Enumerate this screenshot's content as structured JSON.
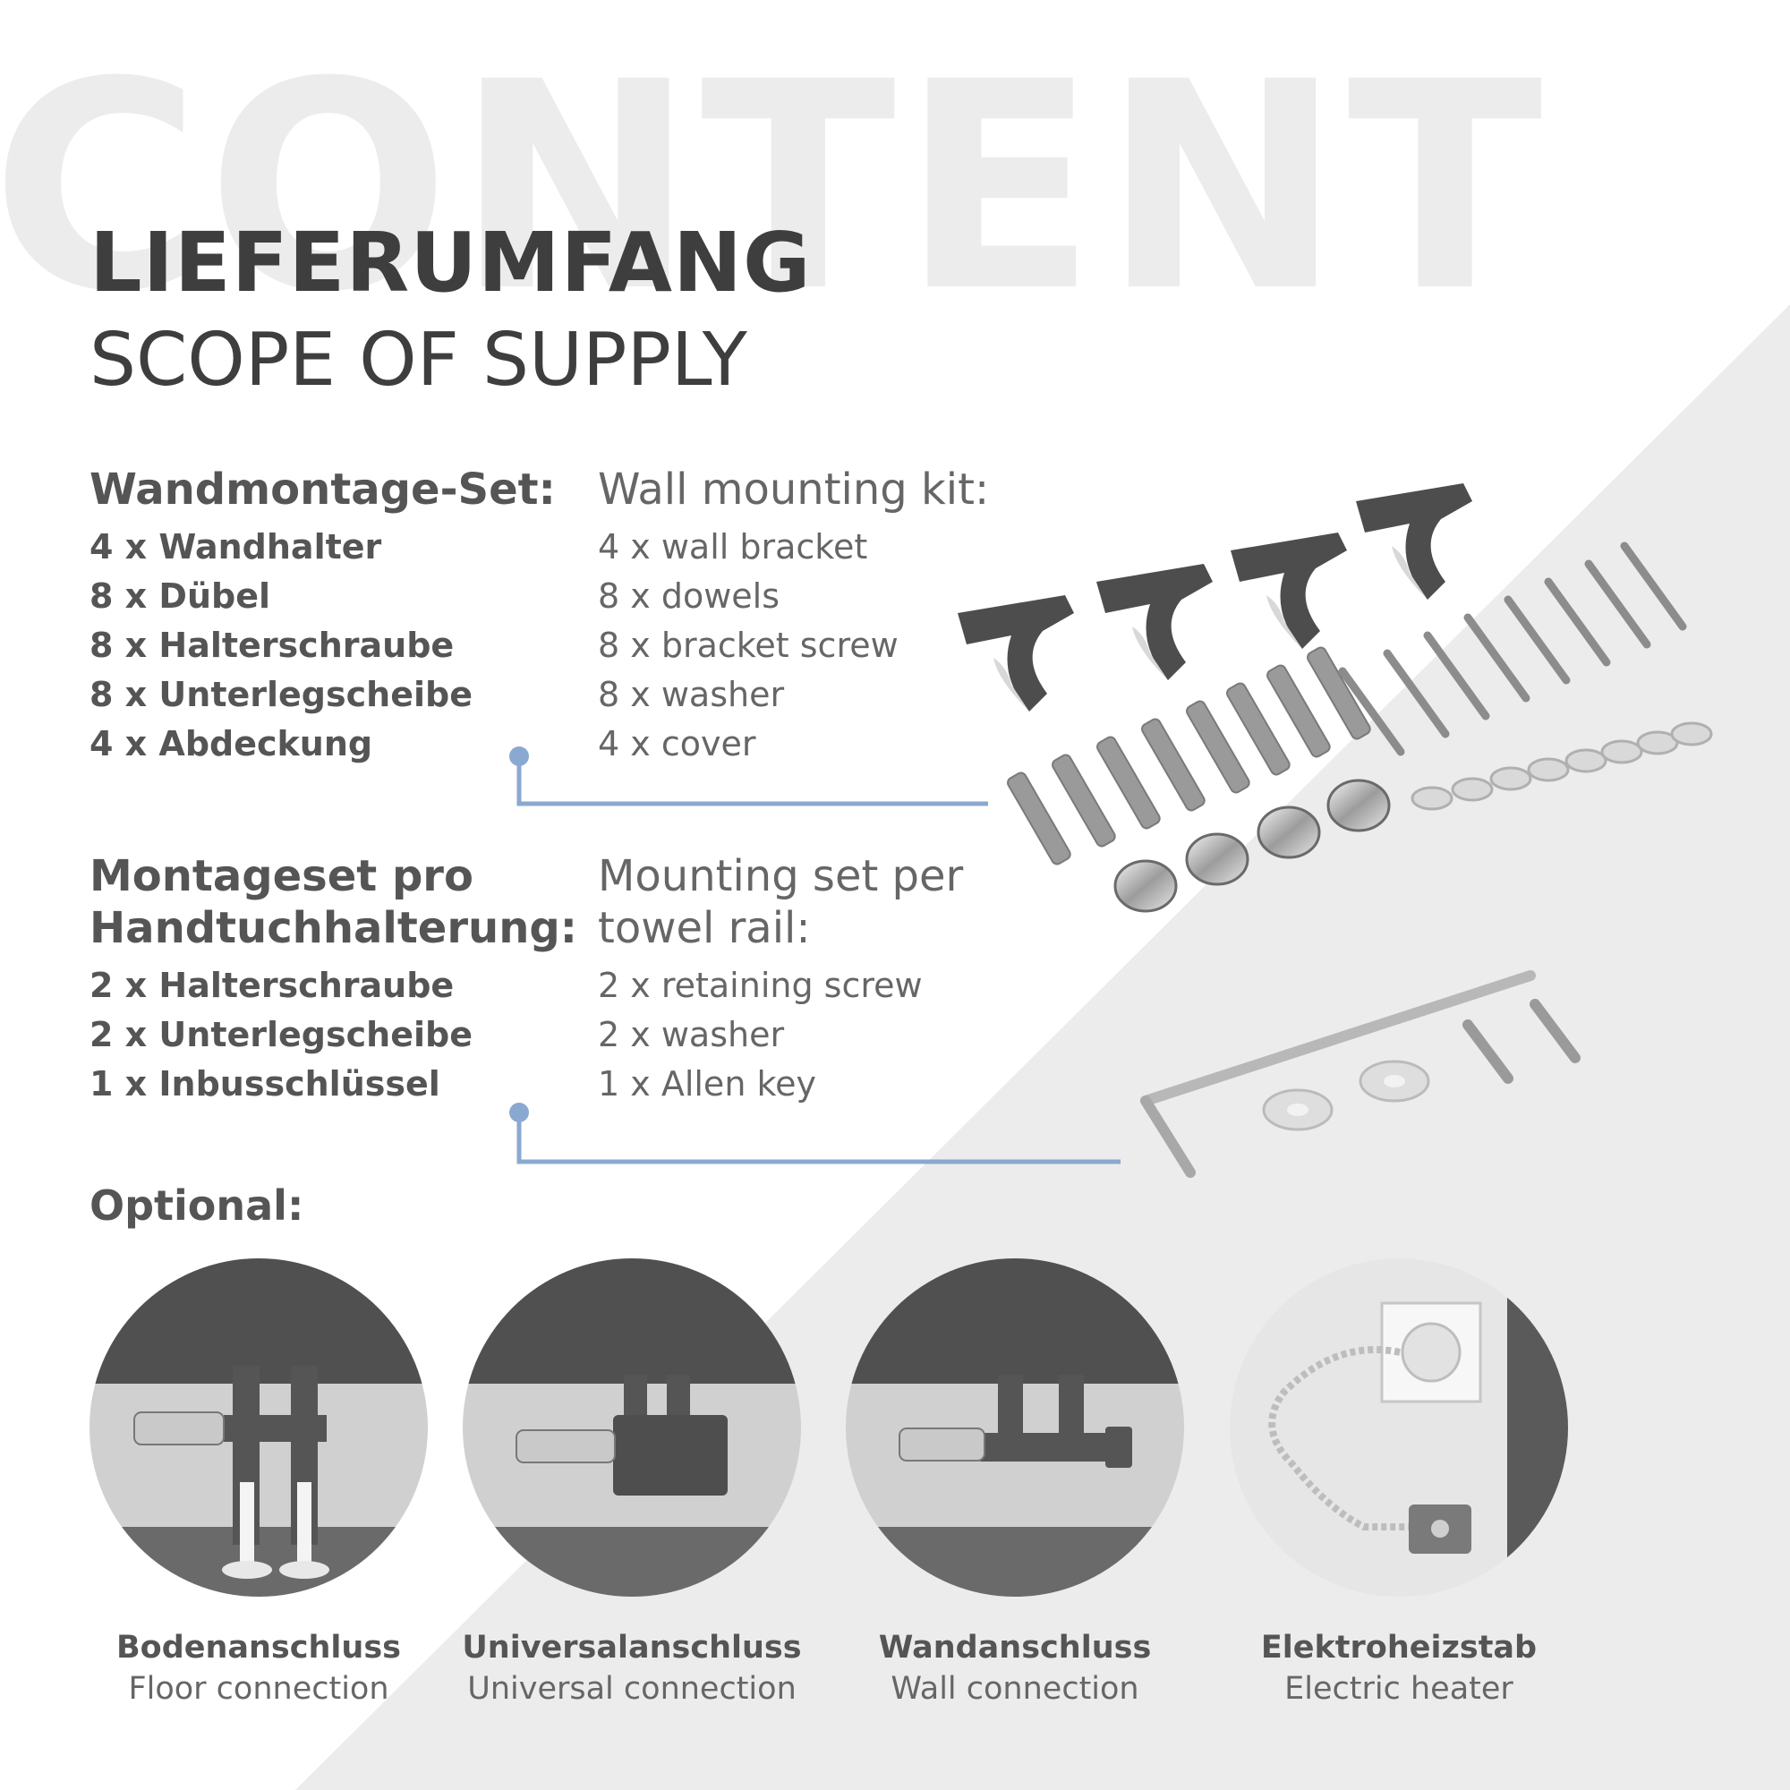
{
  "watermark": "CONTENT",
  "title": {
    "de": "LIEFERUMFANG",
    "en": "SCOPE OF SUPPLY"
  },
  "wall_kit": {
    "heading_de": "Wandmontage-Set:",
    "heading_en": "Wall mounting kit:",
    "items_de": [
      "4 x Wandhalter",
      "8 x Dübel",
      "8 x Halterschraube",
      "8 x Unterlegscheibe",
      "4 x Abdeckung"
    ],
    "items_en": [
      "4 x wall bracket",
      "8 x dowels",
      "8 x bracket screw",
      "8 x washer",
      "4 x cover"
    ]
  },
  "towel_kit": {
    "heading_de": [
      "Montageset pro",
      "Handtuchhalterung:"
    ],
    "heading_en": [
      "Mounting set per",
      "towel rail:"
    ],
    "items_de": [
      "2 x Halterschraube",
      "2 x Unterlegscheibe",
      "1 x Inbusschlüssel"
    ],
    "items_en": [
      "2 x retaining screw",
      "2 x washer",
      "1 x Allen key"
    ]
  },
  "optional_label": "Optional:",
  "options": [
    {
      "de": "Bodenanschluss",
      "en": "Floor connection",
      "icon": "floor-connection-icon"
    },
    {
      "de": "Universalanschluss",
      "en": "Universal connection",
      "icon": "universal-connection-icon"
    },
    {
      "de": "Wandanschluss",
      "en": "Wall connection",
      "icon": "wall-connection-icon"
    },
    {
      "de": "Elektroheizstab",
      "en": "Electric heater",
      "icon": "electric-heater-icon"
    }
  ],
  "colors": {
    "accent_line": "#8aa9d0",
    "text_dark": "#3e3e3e",
    "bg_diagonal": "#ececec",
    "anthracite": "#4a4a4a"
  }
}
